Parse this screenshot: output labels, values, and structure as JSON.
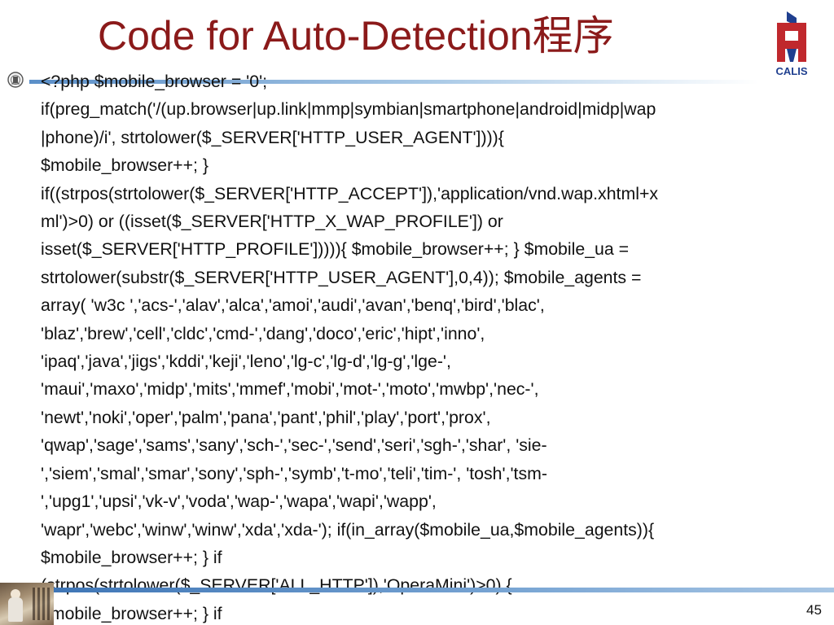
{
  "slide": {
    "title": "Code for Auto-Detection程序",
    "logo_text": "CALIS",
    "page_number": "45",
    "code_lines": [
      "<?php $mobile_browser = '0';",
      "if(preg_match('/(up.browser|up.link|mmp|symbian|smartphone|android|midp|wap",
      "|phone)/i', strtolower($_SERVER['HTTP_USER_AGENT']))){",
      "$mobile_browser++; }",
      "if((strpos(strtolower($_SERVER['HTTP_ACCEPT']),'application/vnd.wap.xhtml+x",
      "ml')>0) or ((isset($_SERVER['HTTP_X_WAP_PROFILE']) or",
      "isset($_SERVER['HTTP_PROFILE'])))){ $mobile_browser++; } $mobile_ua =",
      "strtolower(substr($_SERVER['HTTP_USER_AGENT'],0,4)); $mobile_agents =",
      "array( 'w3c ','acs-','alav','alca','amoi','audi','avan','benq','bird','blac',",
      "'blaz','brew','cell','cldc','cmd-','dang','doco','eric','hipt','inno',",
      "'ipaq','java','jigs','kddi','keji','leno','lg-c','lg-d','lg-g','lge-',",
      "'maui','maxo','midp','mits','mmef','mobi','mot-','moto','mwbp','nec-',",
      "'newt','noki','oper','palm','pana','pant','phil','play','port','prox',",
      "'qwap','sage','sams','sany','sch-','sec-','send','seri','sgh-','shar', 'sie-",
      "','siem','smal','smar','sony','sph-','symb','t-mo','teli','tim-', 'tosh','tsm-",
      "','upg1','upsi','vk-v','voda','wap-','wapa','wapi','wapp',",
      "'wapr','webc','winw','winw','xda','xda-'); if(in_array($mobile_ua,$mobile_agents)){",
      "$mobile_browser++; } if",
      "(strpos(strtolower($_SERVER['ALL_HTTP']),'OperaMini')>0) {",
      "$mobile_browser++; } if"
    ]
  },
  "colors": {
    "title": "#8b1a1a",
    "rule": "#5b8fc8",
    "logo_red": "#c0282d",
    "logo_blue": "#1f3f8f"
  }
}
